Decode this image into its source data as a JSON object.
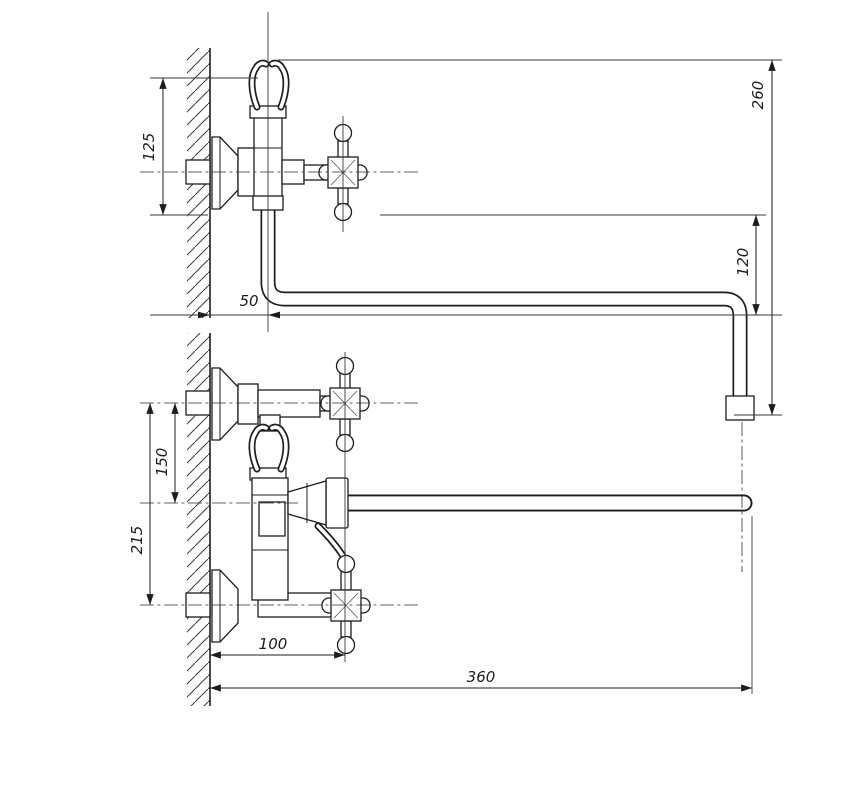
{
  "page": {
    "background": "#ffffff",
    "line_color": "#1d1d1d"
  },
  "drawing": {
    "kind": "wall-mounted-faucet-two-projection-dimension-drawing"
  },
  "dimensions": {
    "d125": "125",
    "d260": "260",
    "d120": "120",
    "d50": "50",
    "d150": "150",
    "d215": "215",
    "d100": "100",
    "d360": "360"
  }
}
